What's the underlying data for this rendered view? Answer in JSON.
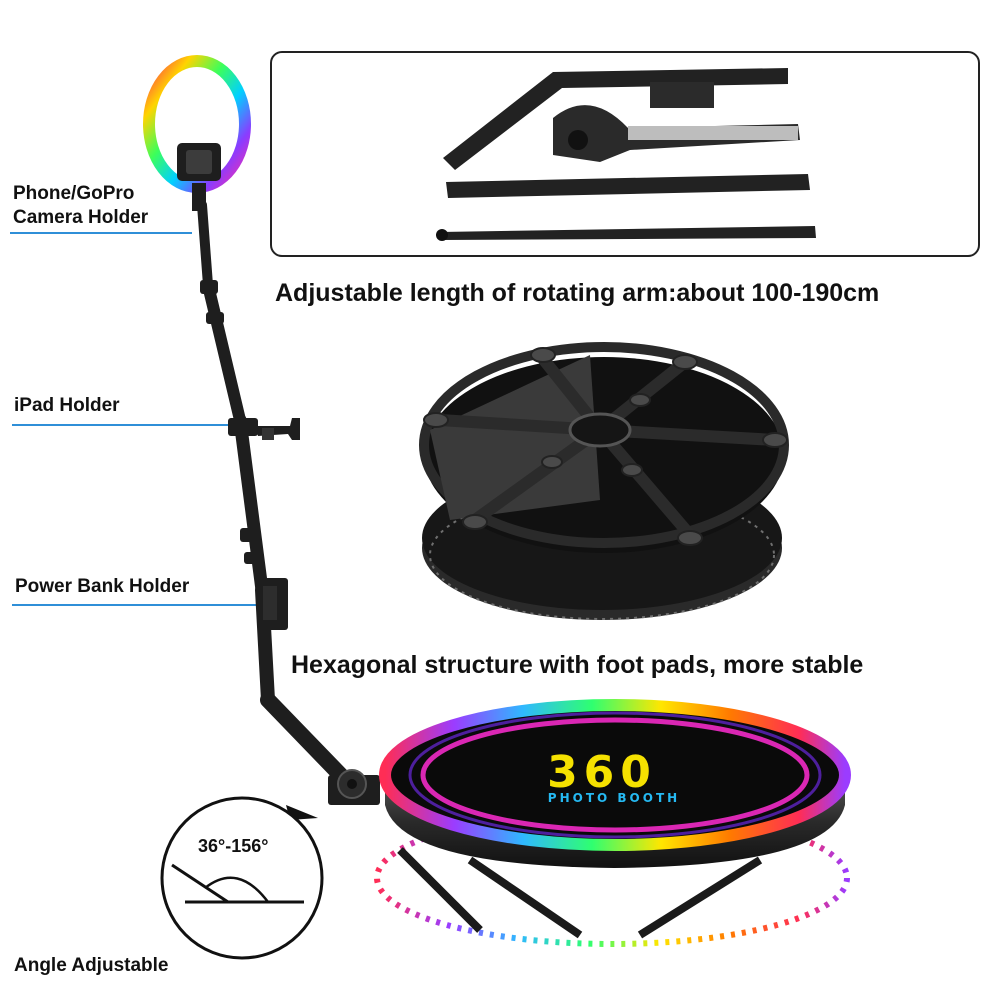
{
  "labels": {
    "camera_holder_line1": "Phone/GoPro",
    "camera_holder_line2": "Camera Holder",
    "ipad_holder": "iPad Holder",
    "power_bank_holder": "Power Bank Holder",
    "angle_value": "36°-156°",
    "angle_adjustable": "Angle Adjustable"
  },
  "captions": {
    "arm_length": "Adjustable length of rotating arm:about 100-190cm",
    "hex_structure": "Hexagonal structure with foot pads, more stable"
  },
  "platform": {
    "number_text": "360",
    "sub_text": "PHOTO BOOTH"
  },
  "colors": {
    "callout_line": "#2f8fd8",
    "text": "#111111",
    "metal": "#1e1e1e",
    "number_yellow": "#f5e100",
    "sub_text_blue": "#25b9f2"
  }
}
